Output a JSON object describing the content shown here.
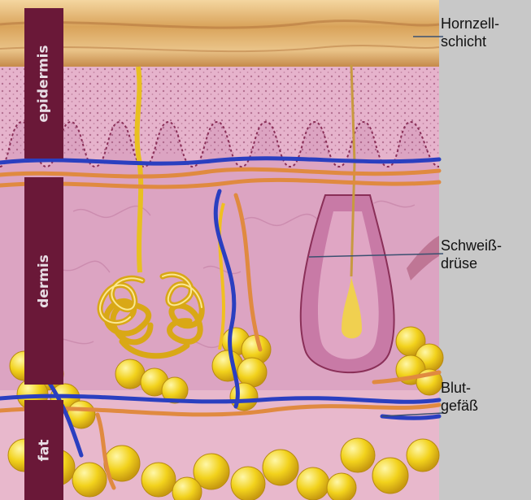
{
  "layers": [
    {
      "label": "epidermis"
    },
    {
      "label": "dermis"
    },
    {
      "label": "fat"
    }
  ],
  "callouts": {
    "horny_layer": {
      "lines": [
        "Hornzell-",
        "schicht"
      ]
    },
    "sweat_gland": {
      "lines": [
        "Schweiß-",
        "drüse"
      ]
    },
    "blood_vessel": {
      "lines": [
        "Blut-",
        "gefäß"
      ]
    }
  },
  "colors": {
    "panel_gray": "#c8c8c8",
    "band_maroon": "#6a1838",
    "stratum_corneum": "#e2b46c",
    "epidermis_pink": "#e6b3cc",
    "dermis_pink": "#dca4c2",
    "fat_yellow": "#f2d21c",
    "vein_blue": "#2a3fc0",
    "artery_orange": "#e08a40",
    "nerve_yellow": "#f0c020"
  }
}
